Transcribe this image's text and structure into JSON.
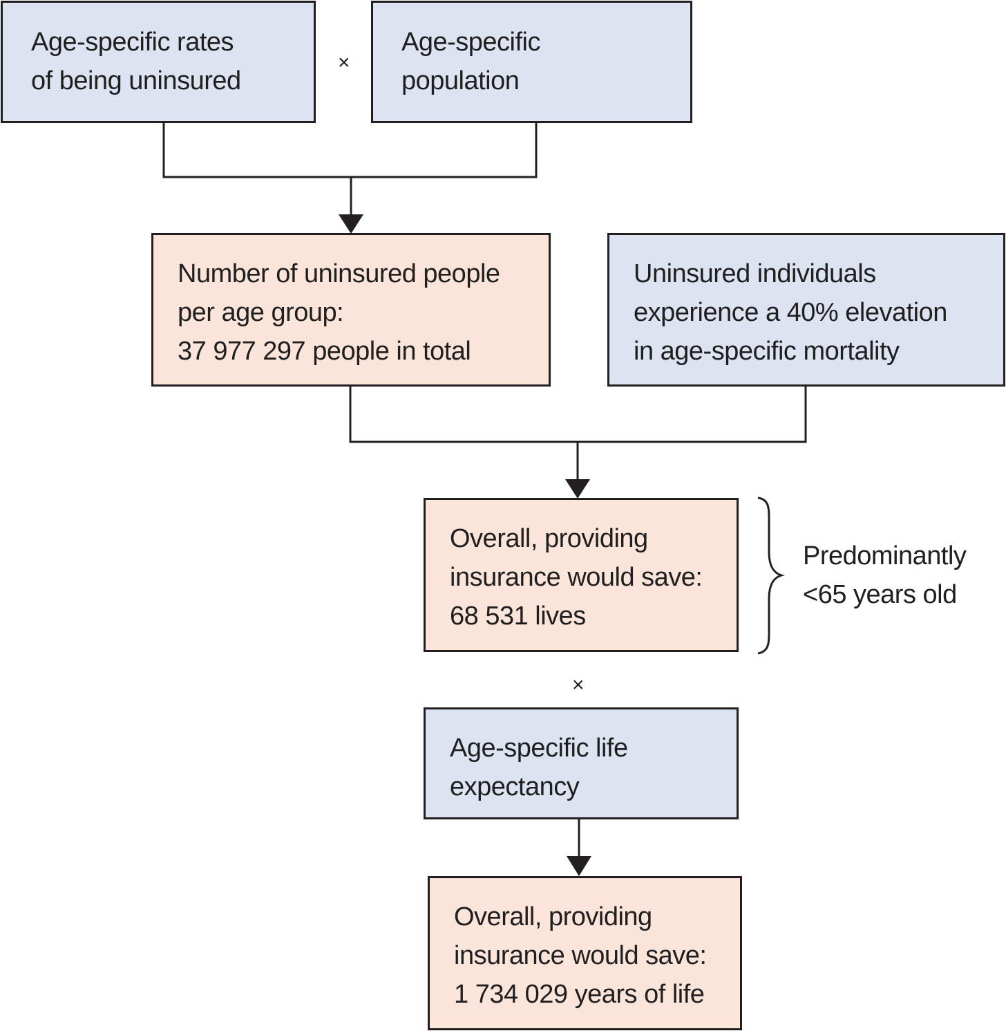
{
  "boxes": {
    "rates": {
      "lines": [
        "Age-specific rates",
        "of being uninsured"
      ],
      "color": "#dde3f1"
    },
    "population": {
      "lines": [
        "Age-specific",
        "population"
      ],
      "color": "#dde3f1"
    },
    "uninsured_count": {
      "lines": [
        "Number of uninsured people",
        "per age group:",
        "37 977 297 people in total"
      ],
      "color": "#fbe5db"
    },
    "mortality": {
      "lines": [
        "Uninsured individuals",
        "experience a 40% elevation",
        "in age-specific mortality"
      ],
      "color": "#dde3f1"
    },
    "lives_saved": {
      "lines": [
        "Overall, providing",
        "insurance would save:",
        "68 531 lives"
      ],
      "color": "#fbe5db"
    },
    "life_expectancy": {
      "lines": [
        "Age-specific life",
        "expectancy"
      ],
      "color": "#dde3f1"
    },
    "years_saved": {
      "lines": [
        "Overall, providing",
        "insurance would save:",
        "1 734 029 years of life"
      ],
      "color": "#fbe5db"
    }
  },
  "operators": {
    "multiply_top": "×",
    "multiply_middle": "×"
  },
  "brace_label": {
    "lines": [
      "Predominantly",
      "<65 years old"
    ]
  }
}
